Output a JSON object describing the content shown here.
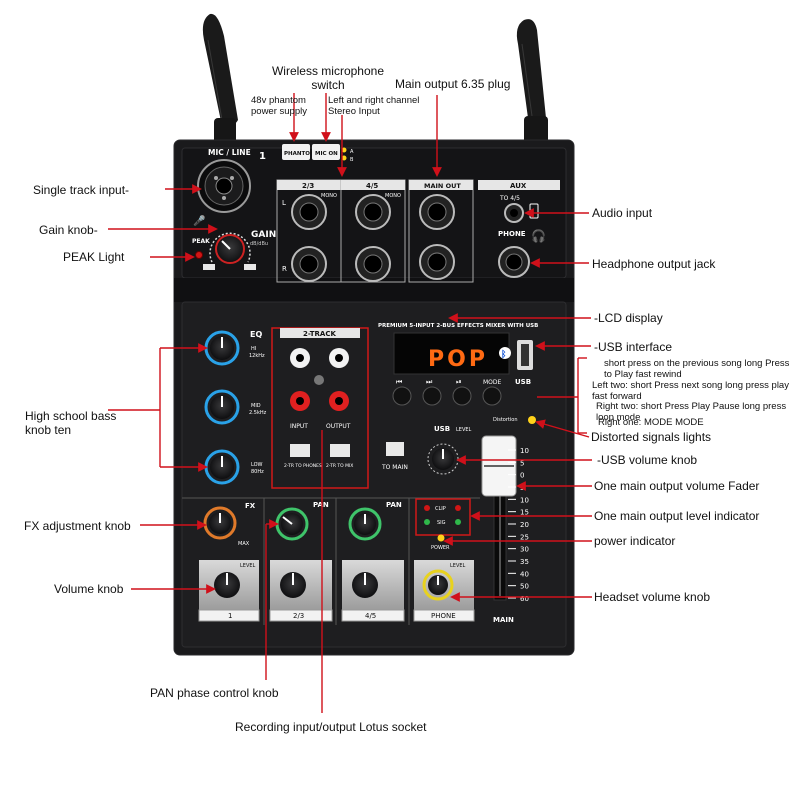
{
  "callouts": {
    "wireless_switch": "Wireless microphone switch",
    "phantom_48v": "48v phantom power supply",
    "stereo_input": "Left and right channel Stereo Input",
    "main_output_plug": "Main output 6.35 plug",
    "single_track_input": "Single track input-",
    "gain_knob": "Gain knob-",
    "peak_light": "PEAK Light",
    "audio_input": "Audio input",
    "headphone_jack": "Headphone output jack",
    "lcd_display": "-LCD display",
    "usb_interface": "-USB interface",
    "btn_desc_1": "short press on the previous song long Press to Play fast rewind",
    "btn_desc_2": "Left two: short Press next song long press play fast forward",
    "btn_desc_3": "Right two: short Press Play Pause long press loop mode",
    "btn_desc_4": "Right one: MODE MODE",
    "eq_knobs": "High school bass knob ten",
    "distorted_lights": "Distorted signals lights",
    "usb_volume": "-USB volume knob",
    "main_fader": "One main output volume Fader",
    "level_indicator": "One main output level indicator",
    "power_indicator": "power indicator",
    "fx_knob": "FX adjustment knob",
    "volume_knob": "Volume knob",
    "headset_volume": "Headset volume knob",
    "pan_knob": "PAN phase control knob",
    "lotus_socket": "Recording input/output Lotus socket"
  },
  "panel": {
    "mic_line": "MIC / LINE",
    "ch1_num": "1",
    "phantom_btn": "PHANTOM",
    "mic_on_btn": "MIC ON",
    "ch23": "2/3",
    "ch45": "4/5",
    "mono": "MONO",
    "main_out": "MAIN OUT",
    "aux": "AUX",
    "to45": "TO 4/5",
    "phone": "PHONE",
    "gain": "GAIN",
    "gain_range": "dB/dBu",
    "peak": "PEAK",
    "eq": "EQ",
    "hi": "HI",
    "hi_freq": "12kHz",
    "mid": "MID",
    "mid_freq": "2.5kHz",
    "low": "LOW",
    "low_freq": "80Hz",
    "two_track": "2-TRACK",
    "input": "INPUT",
    "output": "OUTPUT",
    "to_phones": "2-TR TO PHONES",
    "to_mix": "2-TR TO MIX",
    "to_main": "TO MAIN",
    "header": "PREMIUM 5-INPUT 2-BUS EFFECTS MIXER WITH USB",
    "lcd_text": "POP",
    "mode": "MODE",
    "usb": "USB",
    "usb_level": "LEVEL",
    "distortion": "Distortion",
    "fx": "FX",
    "pan": "PAN",
    "level": "LEVEL",
    "max": "MAX",
    "clip": "CLIP",
    "sig": "SIG",
    "power": "POWER",
    "strip1": "1",
    "strip23": "2/3",
    "strip45": "4/5",
    "strip_phone": "PHONE",
    "main": "MAIN",
    "fader_scale": [
      "10",
      "5",
      "0",
      "5",
      "10",
      "15",
      "20",
      "25",
      "30",
      "35",
      "40",
      "50",
      "60"
    ],
    "ch_a": "A",
    "ch_b": "B",
    "ch_l": "L",
    "ch_r": "R"
  },
  "colors": {
    "body": "#1c1c1e",
    "accent_red": "#e02020",
    "knob_blue": "#2aa2e8",
    "knob_green": "#3fc46a",
    "knob_orange": "#e07a2a",
    "knob_yellow": "#e8d21e",
    "lcd": "#ff6a13",
    "arrow": "#d0101a"
  }
}
